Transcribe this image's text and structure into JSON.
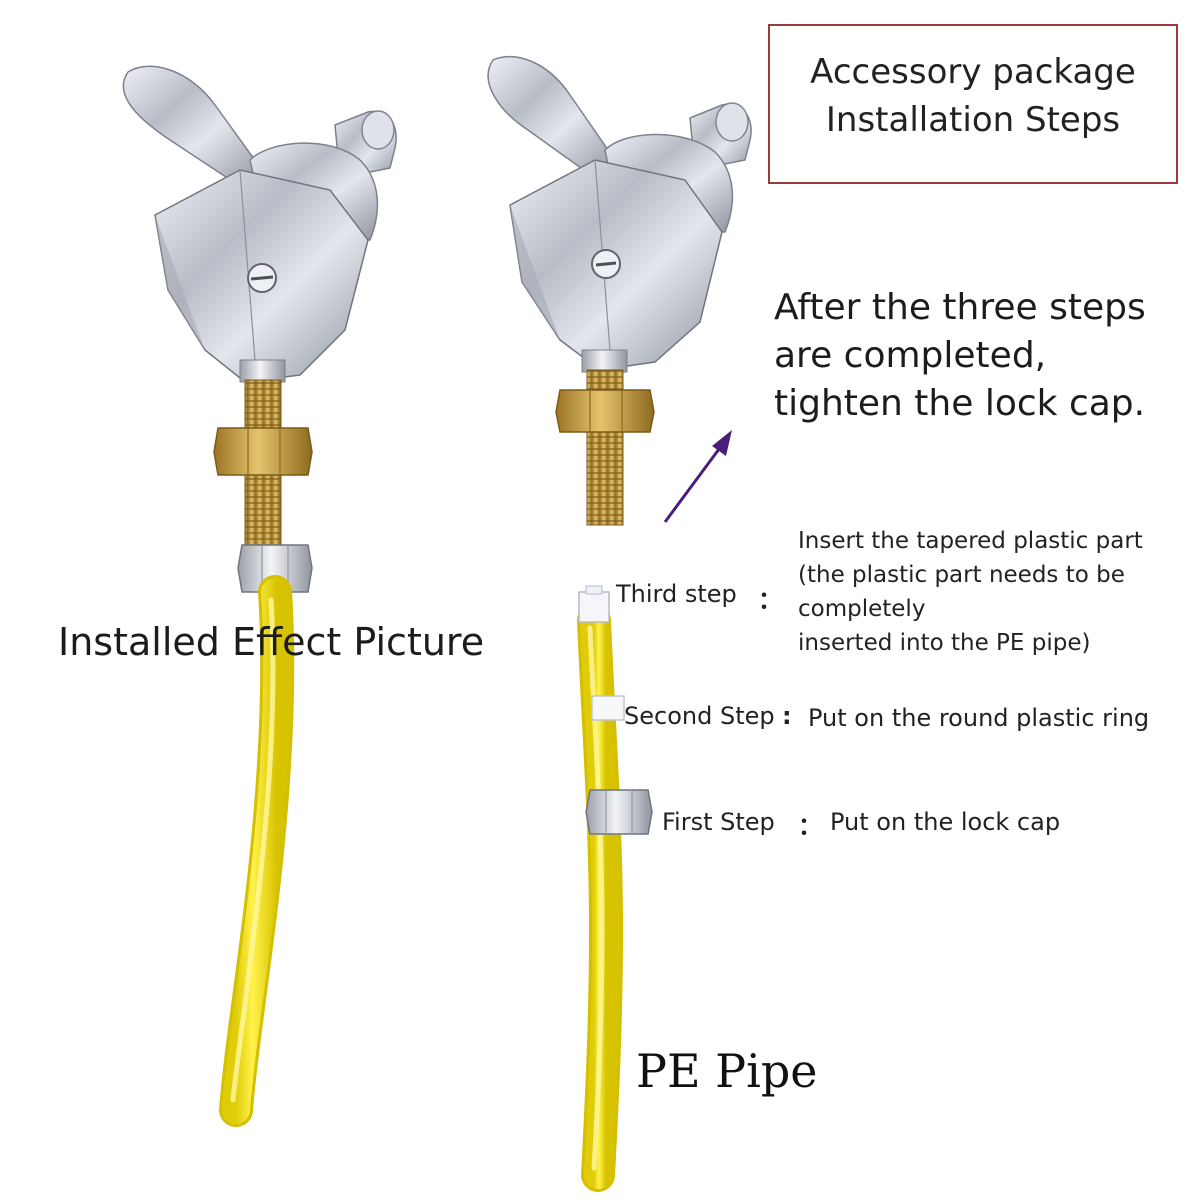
{
  "title_box": {
    "line1": "Accessory package",
    "line2": "Installation Steps"
  },
  "note": {
    "line1": "After the three steps",
    "line2": "are completed,",
    "line3": "tighten the lock cap."
  },
  "left_caption": "Installed Effect Picture",
  "pipe_label": "PE Pipe",
  "steps": [
    {
      "name": "Third step",
      "separator": "：",
      "description_lines": [
        "Insert the tapered plastic part",
        "(the plastic part needs to be",
        "completely",
        "inserted into the PE pipe)"
      ]
    },
    {
      "name": "Second Step",
      "separator": ":",
      "description": "Put on the round plastic ring"
    },
    {
      "name": "First Step",
      "separator": "：",
      "description": "Put on the lock cap"
    }
  ],
  "colors": {
    "border": "#9b3a3a",
    "arrow": "#4b1d7a",
    "pipe": "#f5e21e",
    "chrome": "#c9ccd3",
    "brass": "#c9a445"
  },
  "icons": [
    "faucet-assembly-icon",
    "faucet-body-icon",
    "pe-pipe-icon",
    "lock-cap-icon",
    "plastic-ring-icon",
    "plastic-insert-icon",
    "arrow-up-right-icon"
  ]
}
